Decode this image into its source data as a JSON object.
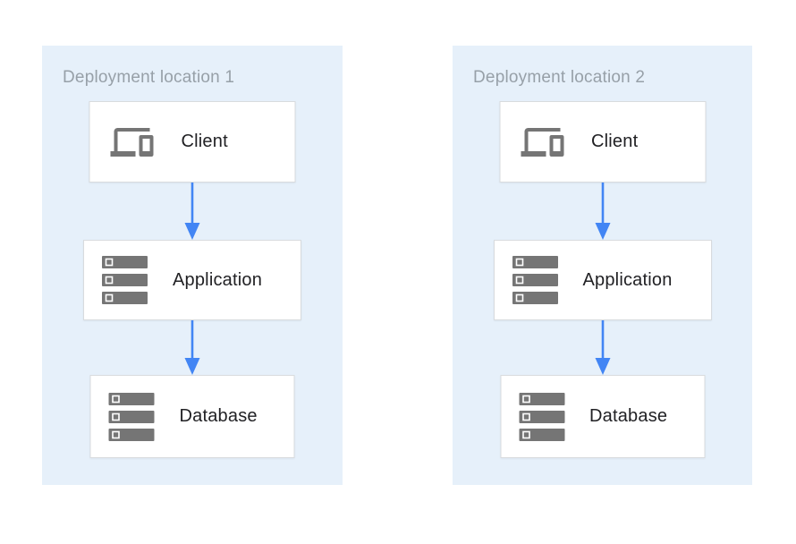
{
  "diagram": {
    "type": "architecture-diagram",
    "colors": {
      "panel_background": "#E6F0FA",
      "box_background": "#FFFFFF",
      "box_border": "#D8DBDE",
      "arrow_blue": "#4285F4",
      "icon_gray": "#757575",
      "title_gray": "#97A0A8",
      "label_dark": "#212124",
      "page_background": "#FFFFFF"
    }
  },
  "panels": [
    {
      "title": "Deployment location 1",
      "nodes": [
        {
          "label": "Client",
          "icon": "devices-icon"
        },
        {
          "label": "Application",
          "icon": "server-icon"
        },
        {
          "label": "Database",
          "icon": "server-icon"
        }
      ],
      "connections": [
        {
          "from": "Client",
          "to": "Application"
        },
        {
          "from": "Application",
          "to": "Database"
        }
      ]
    },
    {
      "title": "Deployment location 2",
      "nodes": [
        {
          "label": "Client",
          "icon": "devices-icon"
        },
        {
          "label": "Application",
          "icon": "server-icon"
        },
        {
          "label": "Database",
          "icon": "server-icon"
        }
      ],
      "connections": [
        {
          "from": "Client",
          "to": "Application"
        },
        {
          "from": "Application",
          "to": "Database"
        }
      ]
    }
  ]
}
